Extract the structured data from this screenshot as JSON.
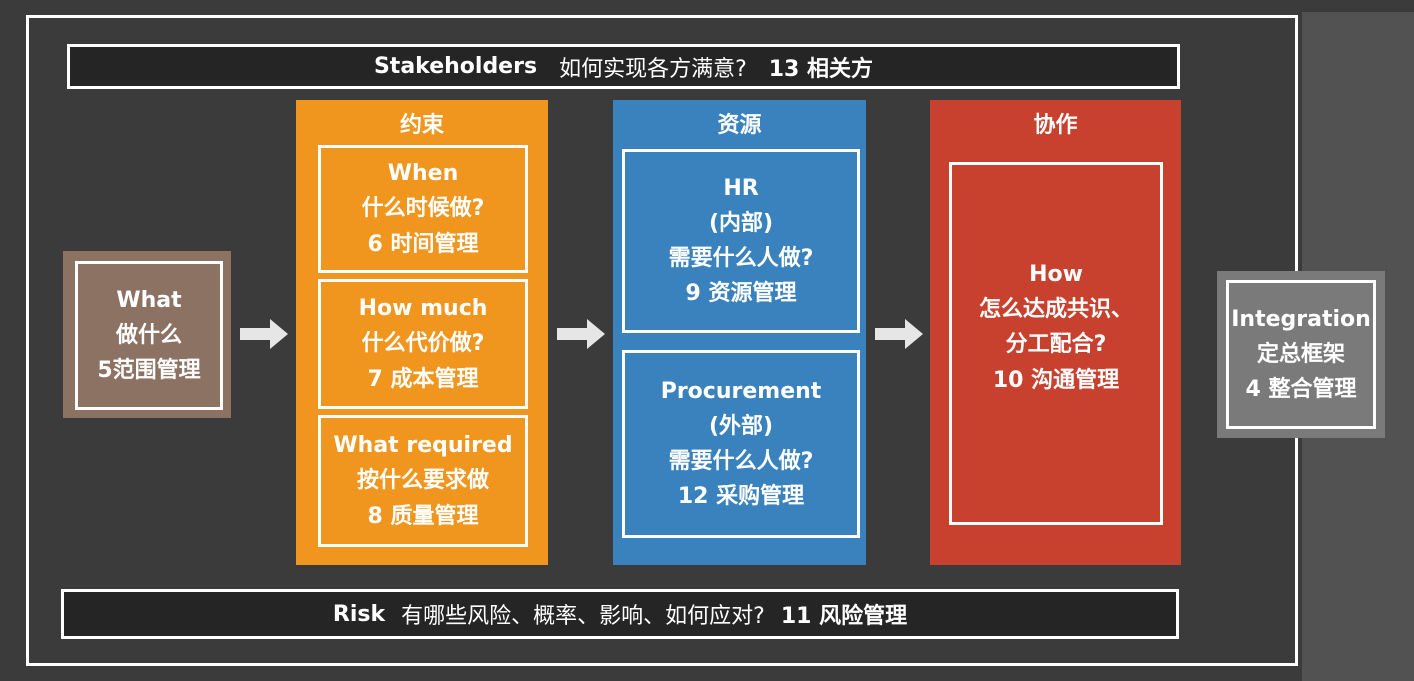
{
  "stakeholders": {
    "title": "Stakeholders",
    "question": "如何实现各方满意?",
    "label": "13 相关方"
  },
  "scope": {
    "lines": [
      "What",
      "做什么",
      "5范围管理"
    ]
  },
  "constraints": {
    "title": "约束",
    "boxes": [
      {
        "lines": [
          "When",
          "什么时候做?",
          "6 时间管理"
        ]
      },
      {
        "lines": [
          "How much",
          "什么代价做?",
          "7 成本管理"
        ]
      },
      {
        "lines": [
          "What required",
          "按什么要求做",
          "8 质量管理"
        ]
      }
    ]
  },
  "resources": {
    "title": "资源",
    "boxes": [
      {
        "lines": [
          "HR",
          "(内部)",
          "需要什么人做?",
          "9 资源管理"
        ]
      },
      {
        "lines": [
          "Procurement",
          "(外部)",
          "需要什么人做?",
          "12 采购管理"
        ]
      }
    ]
  },
  "collaboration": {
    "title": "协作",
    "lines": [
      "How",
      "怎么达成共识、",
      "分工配合?",
      "10 沟通管理"
    ]
  },
  "integration": {
    "lines": [
      "Integration",
      "定总框架",
      "4 整合管理"
    ]
  },
  "risk": {
    "title": "Risk",
    "question": "有哪些风险、概率、影响、如何应对?",
    "label": "11 风险管理"
  },
  "colors": {
    "scope": "#8b7263",
    "constraints": "#f0961f",
    "resources": "#3a82bd",
    "collaboration": "#c8412f",
    "integration": "#7a7a7a",
    "banner": "#252525"
  }
}
